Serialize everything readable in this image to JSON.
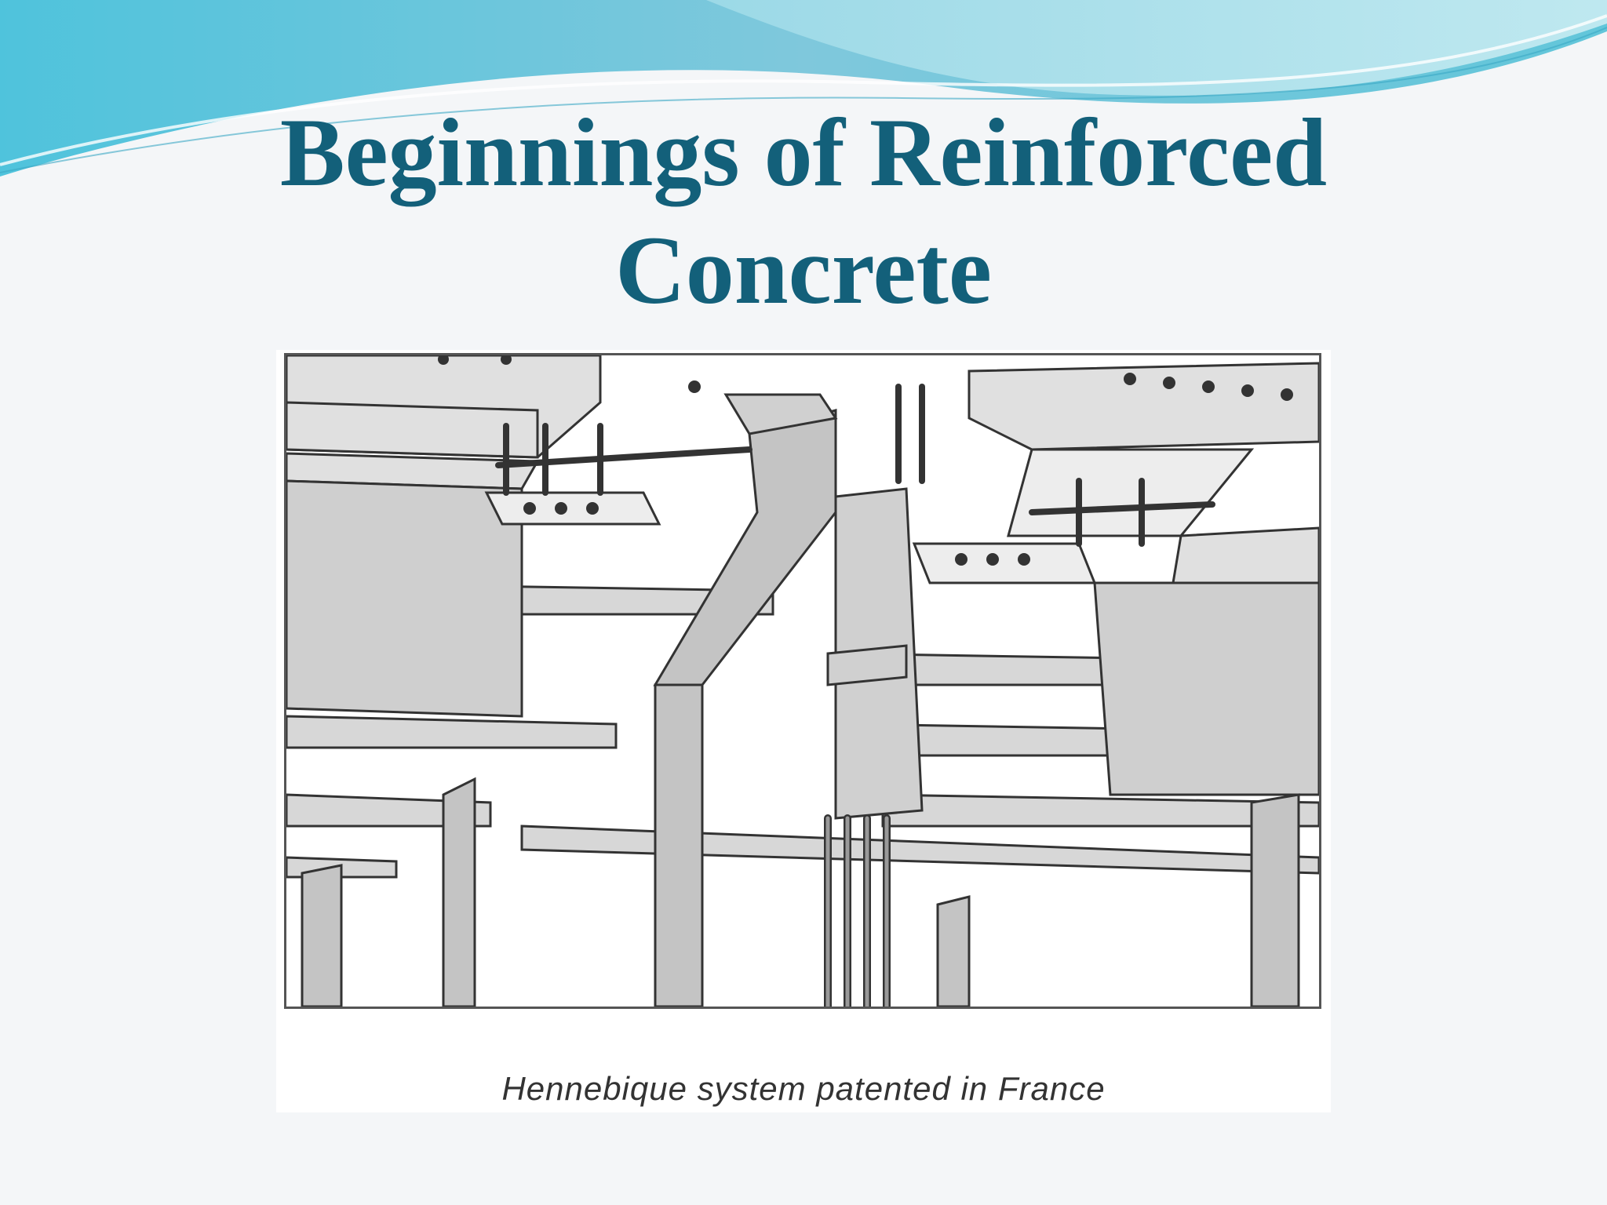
{
  "slide": {
    "title_line1": "Beginnings of Reinforced",
    "title_line2": "Concrete",
    "title_color": "#13607a"
  },
  "figure": {
    "caption": "Hennebique system patented in France"
  },
  "colors": {
    "wave_dark": "#5ec4d8",
    "wave_light": "#a8dde8",
    "background": "#f4f6f8"
  }
}
